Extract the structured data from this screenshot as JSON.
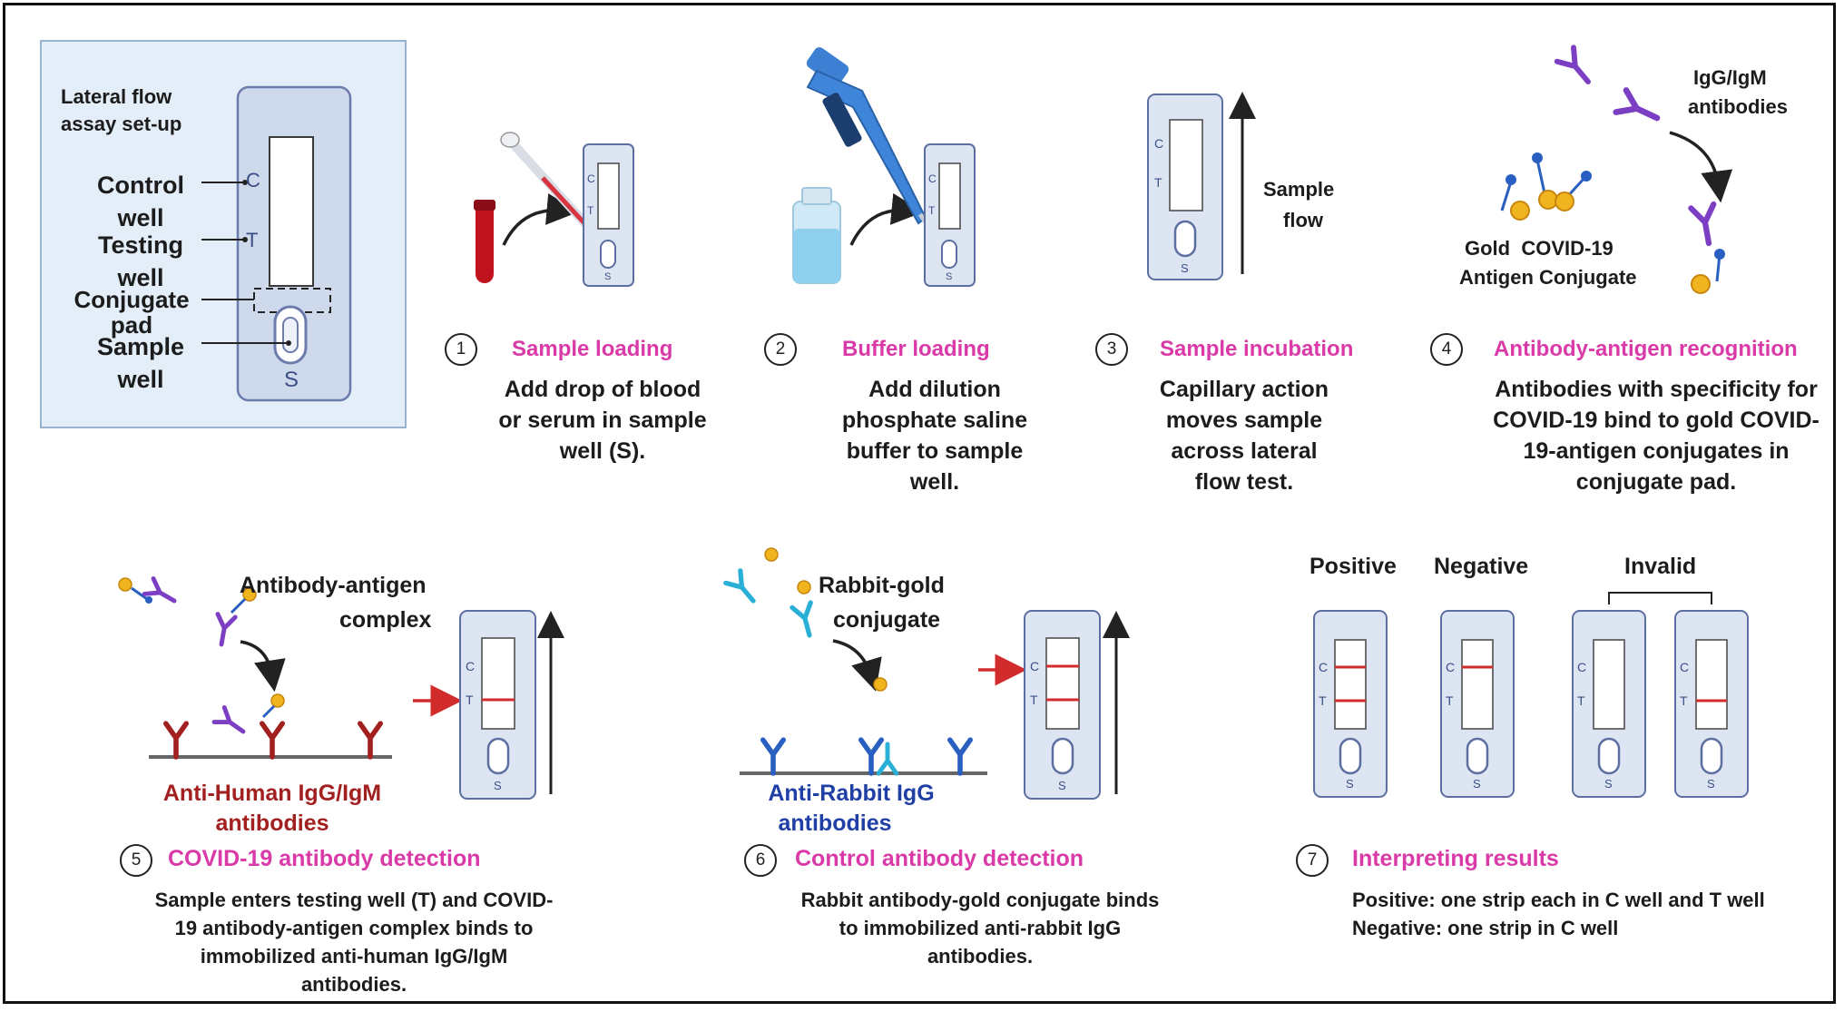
{
  "setup": {
    "title_line1": "Lateral flow",
    "title_line2": "assay set-up",
    "control_line1": "Control",
    "control_line2": "well",
    "testing_line1": "Testing",
    "testing_line2": "well",
    "conjugate_line1": "Conjugate",
    "conjugate_line2": "pad",
    "sample_line1": "Sample",
    "sample_line2": "well",
    "c_letter": "C",
    "t_letter": "T",
    "s_letter": "S"
  },
  "steps": [
    {
      "number": "1",
      "title": "Sample loading",
      "description": "Add drop of blood or serum in sample well (S)."
    },
    {
      "number": "2",
      "title": "Buffer loading",
      "description": "Add dilution phosphate saline buffer to sample well."
    },
    {
      "number": "3",
      "title": "Sample incubation",
      "description": "Capillary action moves sample across lateral flow test."
    },
    {
      "number": "4",
      "title": "Antibody-antigen recognition",
      "description": "Antibodies with specificity for COVID-19 bind to gold COVID-19-antigen conjugates in conjugate pad."
    },
    {
      "number": "5",
      "title": "COVID-19 antibody detection",
      "description": "Sample enters testing well (T) and COVID-19 antibody-antigen complex binds to immobilized anti-human IgG/IgM antibodies."
    },
    {
      "number": "6",
      "title": "Control antibody detection",
      "description": "Rabbit antibody-gold conjugate binds to immobilized anti-rabbit IgG antibodies."
    },
    {
      "number": "7",
      "title": "Interpreting results",
      "line1": "Positive: one strip each in C well and T well",
      "line2": "Negative: one strip in C well"
    }
  ],
  "labels": {
    "sample_flow_line1": "Sample",
    "sample_flow_line2": "flow",
    "igg_igm_line1": "IgG/IgM",
    "igg_igm_line2": "antibodies",
    "gold_line1": "Gold  COVID-19",
    "gold_line2": "Antigen Conjugate",
    "complex_line1": "Antibody-antigen",
    "complex_line2": "complex",
    "anti_human_line1": "Anti-Human IgG/IgM",
    "anti_human_line2": "antibodies",
    "rabbit_line1": "Rabbit-gold",
    "rabbit_line2": "conjugate",
    "anti_rabbit_line1": "Anti-Rabbit IgG",
    "anti_rabbit_line2": "antibodies",
    "positive": "Positive",
    "negative": "Negative",
    "invalid": "Invalid",
    "strip_c": "C",
    "strip_t": "T",
    "strip_s": "S"
  },
  "colors": {
    "magenta_title": "#d93aa8",
    "strip_fill": "#dde5f3",
    "strip_border": "#5c6fa0",
    "red_line": "#d22b2b",
    "anti_human_text": "#a32020",
    "anti_rabbit_text": "#1f3fa6",
    "purple_antibody": "#7c3fc4",
    "blue_antibody": "#2a5fc2",
    "cyan_antibody": "#2ab0d6",
    "gold": "#f0b41e",
    "blood_red": "#c1121f"
  }
}
